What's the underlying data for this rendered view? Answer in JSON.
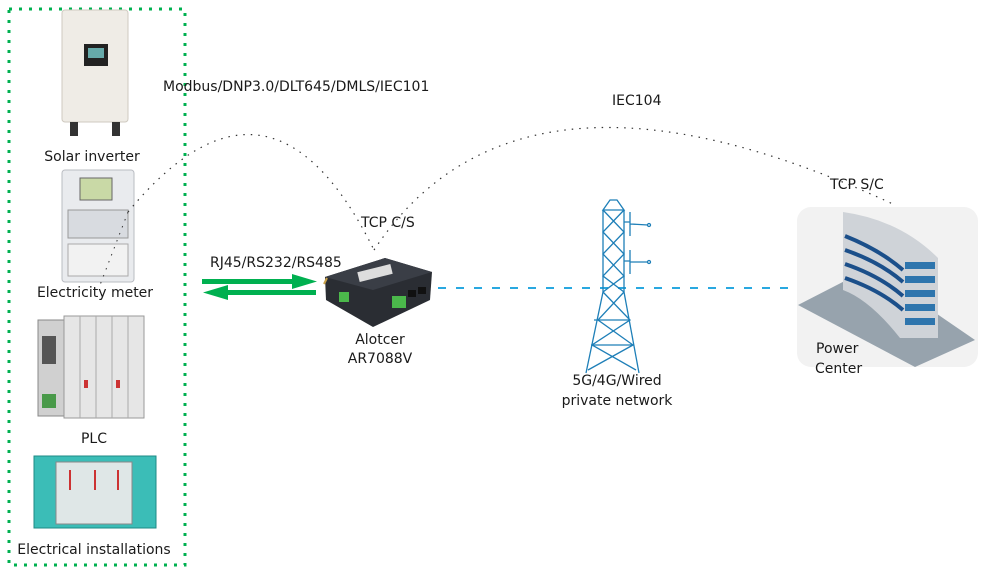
{
  "devices": {
    "solar_inverter": "Solar inverter",
    "electricity_meter": "Electricity meter",
    "plc": "PLC",
    "electrical_installations": "Electrical installations"
  },
  "protocols": {
    "field_protocols": "Modbus/DNP3.0/DLT645/DMLS/IEC101",
    "upstream_protocol": "IEC104",
    "router_mode": "TCP C/S",
    "center_mode": "TCP S/C",
    "serial_interfaces": "RJ45/RS232/RS485"
  },
  "router": {
    "brand": "Alotcer",
    "model": "AR7088V"
  },
  "network": {
    "line1": "5G/4G/Wired",
    "line2": "private network"
  },
  "center": {
    "line1": "Power",
    "line2": "Center"
  },
  "colors": {
    "field_box": "#00b050",
    "arrows": "#00b050",
    "network_link": "#29a8e0",
    "tower": "#1e7fb8"
  }
}
